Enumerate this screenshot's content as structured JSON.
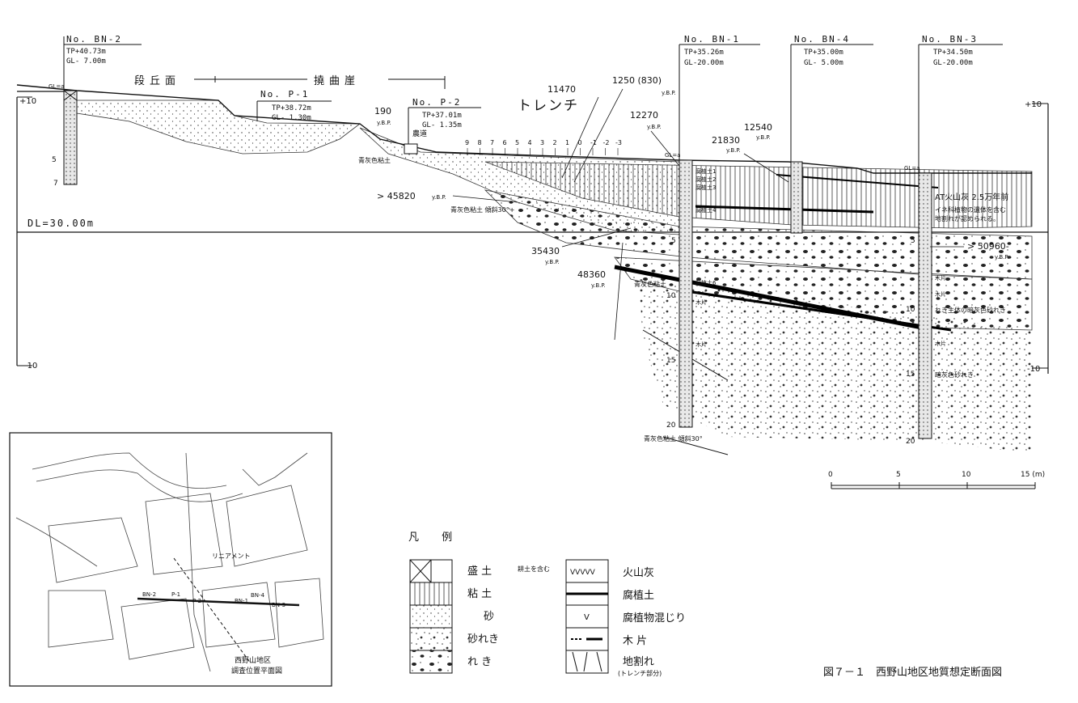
{
  "boreholes": {
    "bn2": {
      "name": "No. BN-2",
      "tp": "TP+40.73m",
      "gl": "GL- 7.00m"
    },
    "p1": {
      "name": "No. P-1",
      "tp": "TP+38.72m",
      "gl": "GL- 1.30m"
    },
    "p2": {
      "name": "No. P-2",
      "tp": "TP+37.01m",
      "gl": "GL- 1.35m"
    },
    "bn1": {
      "name": "No. BN-1",
      "tp": "TP+35.26m",
      "gl": "GL-20.00m"
    },
    "bn4": {
      "name": "No. BN-4",
      "tp": "TP+35.00m",
      "gl": "GL- 5.00m"
    },
    "bn3": {
      "name": "No. BN-3",
      "tp": "TP+34.50m",
      "gl": "GL-20.00m"
    }
  },
  "terrain": {
    "terrace_surface": "段丘面",
    "flexure_scarp": "撓曲崖",
    "trench": "トレンチ",
    "road": "農道"
  },
  "datum": "DL=30.00m",
  "elevation_ticks": {
    "left_top": "+10",
    "left_bottom": "-10",
    "right_top": "+10",
    "right_bottom": "-10"
  },
  "trench_stations": [
    "9",
    "8",
    "7",
    "6",
    "5",
    "4",
    "3",
    "2",
    "1",
    "0",
    "-1",
    "-2",
    "-3"
  ],
  "ages": {
    "a11470": "11470",
    "a1250": "1250 (830)",
    "a190": "190",
    "a12270": "12270",
    "a12540": "12540",
    "a21830": "21830",
    "a45820": "> 45820",
    "a35430": "35430",
    "a48360": "48360",
    "a50960": "> 50960-",
    "unit": "y.B.P."
  },
  "annotations": {
    "blue_gray_clay": "青灰色粘土",
    "blue_gray_clay_tilt30_plus": "青灰色粘土 傾斜30°+",
    "blue_gray_clay_tilt30": "青灰色粘土 傾斜30°",
    "at_ash": "AT火山灰 2.5万年前",
    "grass_note_1": "イネ科植物の遺体を含む",
    "grass_note_2": "地割れが認められる。",
    "humus_1": "腐植土1",
    "humus_2": "腐植土2",
    "humus_3": "腐植土3",
    "humus_4": "腐植土4",
    "humus_6": "腐植土6",
    "wood": "木片",
    "dark_gravel": "れき主体の暗灰色砂れき",
    "dark_gray_gravel": "暗灰色砂れき",
    "gl_mark": "GL=a"
  },
  "depth_ticks_bn2": [
    "5",
    "7"
  ],
  "depth_ticks_bn1": [
    "5",
    "10",
    "15",
    "20"
  ],
  "depth_ticks_bn3": [
    "5",
    "10",
    "15",
    "20"
  ],
  "scale_bar": {
    "labels": [
      "0",
      "5",
      "10",
      "15 (m)"
    ]
  },
  "legend": {
    "title": "凡 例",
    "left": [
      {
        "label": "盛 土",
        "note": "耕土を含む"
      },
      {
        "label": "粘 土"
      },
      {
        "label": "砂"
      },
      {
        "label": "砂れき"
      },
      {
        "label": "れ き"
      }
    ],
    "right": [
      {
        "label": "火山灰",
        "symbol": "VVVVV"
      },
      {
        "label": "腐植土"
      },
      {
        "label": "腐植物混じり",
        "symbol": "V"
      },
      {
        "label": "木 片"
      },
      {
        "label": "地割れ",
        "note": "(トレンチ部分)"
      }
    ]
  },
  "inset_map": {
    "title_1": "西野山地区",
    "title_2": "調査位置平面図",
    "lineament": "リニアメント",
    "labels": [
      "BN-2",
      "P-1",
      "P-2",
      "BN-1",
      "BN-4",
      "BN-3"
    ]
  },
  "caption": "図７－１　西野山地区地質想定断面図"
}
